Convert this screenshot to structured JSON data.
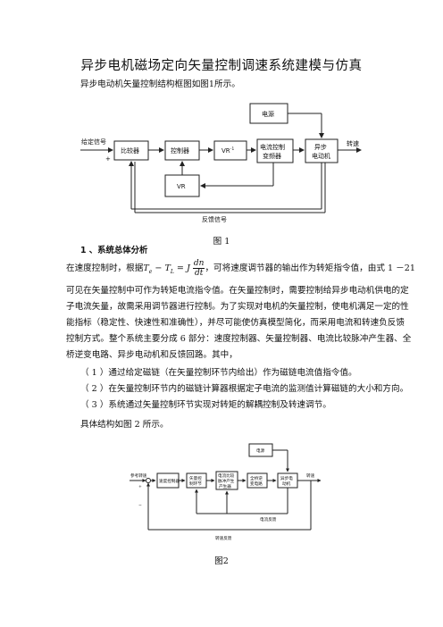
{
  "title": "异步电机磁场定向矢量控制调速系统建模与仿真",
  "intro": "异步电动机矢量控制结构框图如图1所示。",
  "fig1": {
    "input_label": "给定信号",
    "plus": "+",
    "blocks": [
      "比较器",
      "控制器",
      "VR⁻¹",
      "电流控制变频器",
      "异步电动机",
      "电源",
      "VR"
    ],
    "vr_inv": "VR",
    "vr_inv_sup": "-1",
    "current_ctrl_1": "电流控制",
    "current_ctrl_2": "变频器",
    "motor_1": "异步",
    "motor_2": "电动机",
    "output_label": "转速",
    "feedback_label": "反馈信号",
    "caption": "图 1"
  },
  "section1": {
    "heading": "1 、系统总体分析",
    "line1_a": "在速度控制时，根据",
    "eq_lhs": "T",
    "eq_e": "e",
    "eq_minus": " − ",
    "eq_T2": "T",
    "eq_L": "L",
    "eq_eq": " = J",
    "eq_num": "dn",
    "eq_den": "dt",
    "line1_b": "，可将速度调节器的输出作为转矩指令值，由式 1 －21",
    "lines": [
      "可见在矢量控制中可作为转矩电流指令值。在矢量控制时，需要控制给异步电动机供电的定",
      "子电流矢量，故需采用调节器进行控制。为了实现对电机的矢量控制，使电机满足一定的性",
      "能指标（稳定性、快速性和准确性），并尽可能使仿真模型简化，而采用电流和转速负反馈",
      "控制方式。整个系统主要分成 6 部分：速度控制器、矢量控制器、电流比较脉冲产生器、全",
      "桥逆变电路、异步电动机和反馈回路。其中，"
    ],
    "items": [
      "（ 1 ）通过给定磁链（在矢量控制环节内给出）作为磁链电流值指令值。",
      "（ 2 ）在矢量控制环节内的磁链计算器根据定子电流的监测值计算磁链的大小和方向。",
      "（ 3 ）系统通过矢量控制环节实现对转矩的解耦控制及转速调节。"
    ],
    "fig2_intro": "具体结构如图 2 所示。"
  },
  "fig2": {
    "input_label": "参考转速",
    "plus": "+",
    "minus": "−",
    "power": "电源",
    "b1": "速度控制器",
    "b2_1": "矢量控",
    "b2_2": "制环节",
    "b3_1": "电流比较",
    "b3_2": "脉冲产生",
    "b3_3": "产生器",
    "b4_1": "全桥逆",
    "b4_2": "变电路",
    "b5_1": "异步电",
    "b5_2": "动机",
    "output_label": "转速",
    "current_fb": "电流反馈",
    "speed_fb": "转速反馈",
    "caption": "图2"
  }
}
